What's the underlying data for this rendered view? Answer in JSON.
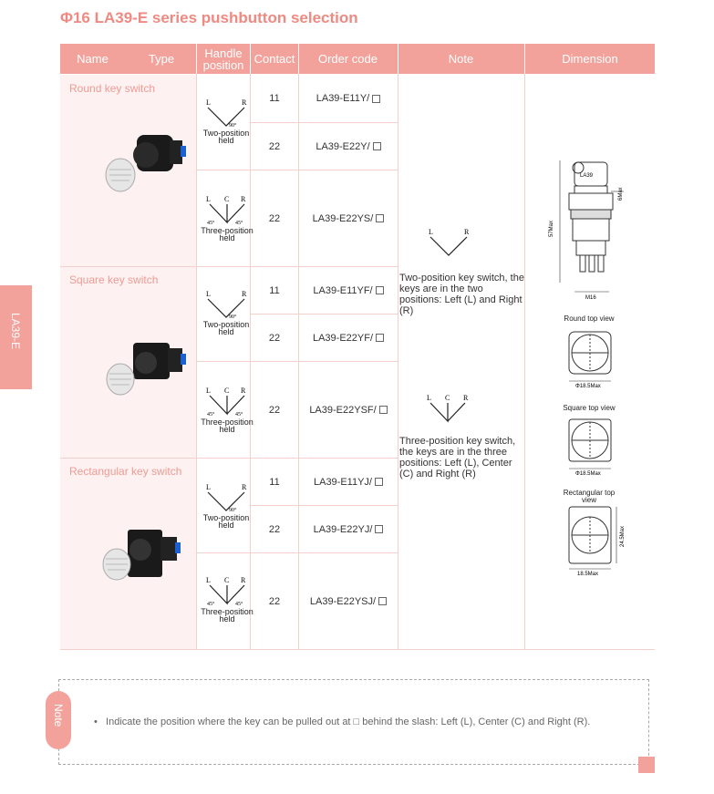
{
  "title": "Φ16 LA39-E series pushbutton selection",
  "side_tab": "LA39-E",
  "headers": {
    "name": "Name",
    "type": "Type",
    "handle_position": "Handle position",
    "contact": "Contact",
    "order_code": "Order code",
    "note": "Note",
    "dimension": "Dimension"
  },
  "categories": [
    {
      "name": "Round key switch",
      "rows": [
        {
          "contact": "11",
          "order_code": "LA39-E11Y/"
        },
        {
          "contact": "22",
          "order_code": "LA39-E22Y/"
        },
        {
          "contact": "22",
          "order_code": "LA39-E22YS/"
        }
      ]
    },
    {
      "name": "Square key switch",
      "rows": [
        {
          "contact": "11",
          "order_code": "LA39-E11YF/"
        },
        {
          "contact": "22",
          "order_code": "LA39-E22YF/"
        },
        {
          "contact": "22",
          "order_code": "LA39-E22YSF/"
        }
      ]
    },
    {
      "name": "Rectangular key switch",
      "rows": [
        {
          "contact": "11",
          "order_code": "LA39-E11YJ/"
        },
        {
          "contact": "22",
          "order_code": "LA39-E22YJ/"
        },
        {
          "contact": "22",
          "order_code": "LA39-E22YSJ/"
        }
      ]
    }
  ],
  "handle": {
    "two_label": "Two-position held",
    "three_label": "Three-position held",
    "L": "L",
    "C": "C",
    "R": "R",
    "angle90": "90°",
    "angle45": "45°"
  },
  "notes": {
    "two": "Two-position key switch, the keys are in the two positions: Left (L) and Right (R)",
    "three": "Three-position key switch, the keys are in the three positions: Left (L), Center (C) and Right (R)"
  },
  "dimension": {
    "key_label": "LA39",
    "height": "57Max",
    "side": "6Max",
    "base": "M16",
    "round_view": "Round top view",
    "round_dim": "Φ18.5Max",
    "square_view": "Square top view",
    "square_dim": "Φ18.5Max",
    "rect_view": "Rectangular top view",
    "rect_w": "18.5Max",
    "rect_h": "24.5Max"
  },
  "footer_note": {
    "label": "Note",
    "text": "Indicate the position where the key can be pulled out at □ behind the slash: Left (L), Center (C) and Right (R)."
  },
  "colors": {
    "accent": "#f2a29b",
    "title": "#ef8a82",
    "pink_bg": "#fdf2f1"
  }
}
